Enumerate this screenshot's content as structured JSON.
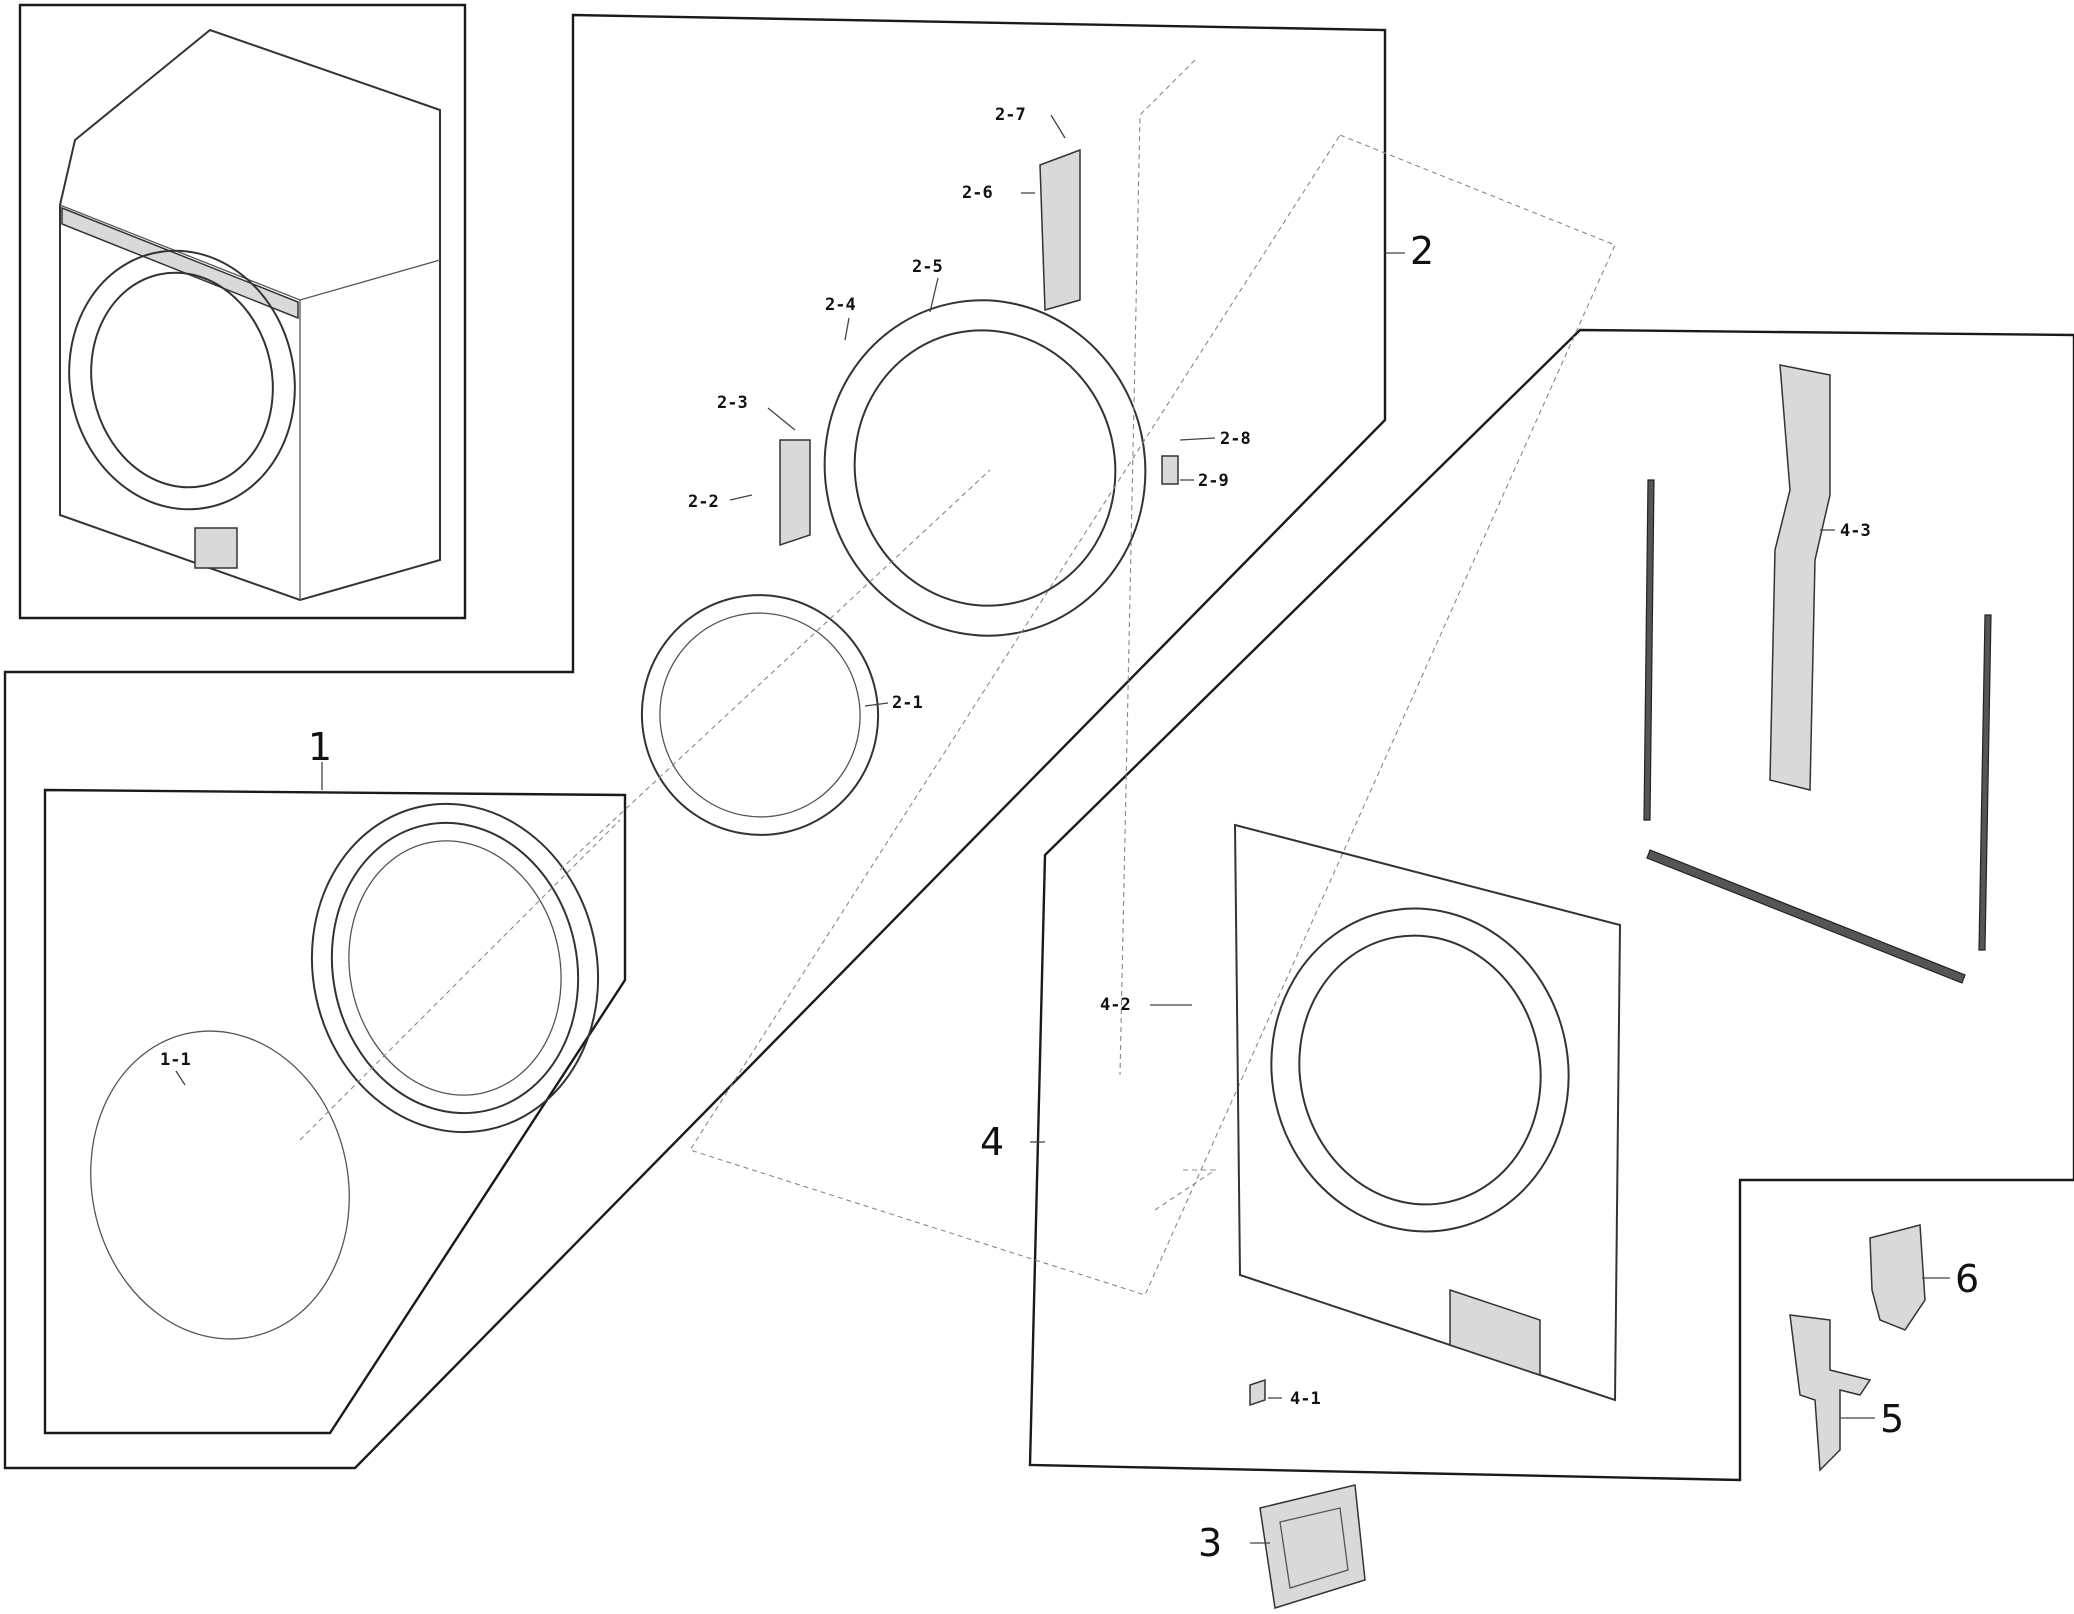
{
  "callouts": {
    "c1": "1",
    "c1_1": "1-1",
    "c2": "2",
    "c2_1": "2-1",
    "c2_2": "2-2",
    "c2_3": "2-3",
    "c2_4": "2-4",
    "c2_5": "2-5",
    "c2_6": "2-6",
    "c2_7": "2-7",
    "c2_8": "2-8",
    "c2_9": "2-9",
    "c3": "3",
    "c4": "4",
    "c4_1": "4-1",
    "c4_2": "4-2",
    "c4_3": "4-3",
    "c5": "5",
    "c6": "6"
  }
}
